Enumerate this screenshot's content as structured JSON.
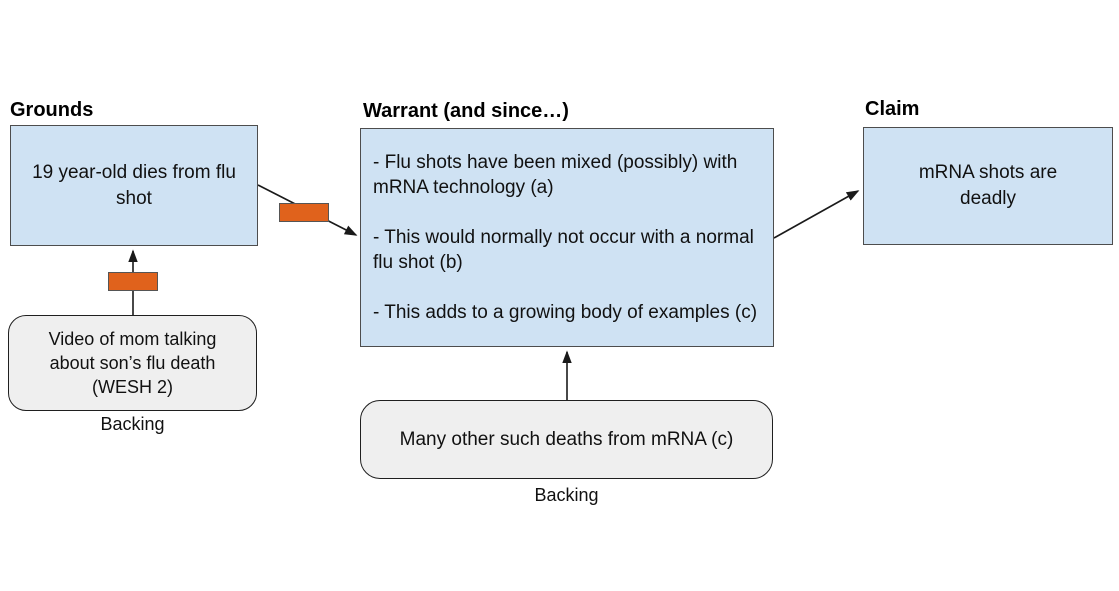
{
  "diagram": {
    "grounds": {
      "label": "Grounds",
      "text": "19 year-old dies from flu shot"
    },
    "warrant": {
      "label": "Warrant (and since…)",
      "items": [
        "- Flu shots have been mixed (possibly) with mRNA technology (a)",
        "- This would normally not occur with a normal flu shot (b)",
        "- This adds to a growing body of examples (c)"
      ]
    },
    "claim": {
      "label": "Claim",
      "text": "mRNA shots are deadly"
    },
    "backings": [
      {
        "text": "Video of mom talking about son’s flu death (WESH 2)",
        "caption": "Backing"
      },
      {
        "text": "Many other such deaths from mRNA (c)",
        "caption": "Backing"
      }
    ],
    "colors": {
      "node_fill": "#cfe2f3",
      "node_border": "#4d4d4d",
      "backing_fill": "#efefef",
      "backing_border": "#1f1f1f",
      "marker_fill": "#e0621c",
      "marker_border": "#555555",
      "arrow": "#1a1a1a",
      "text": "#111111"
    }
  }
}
